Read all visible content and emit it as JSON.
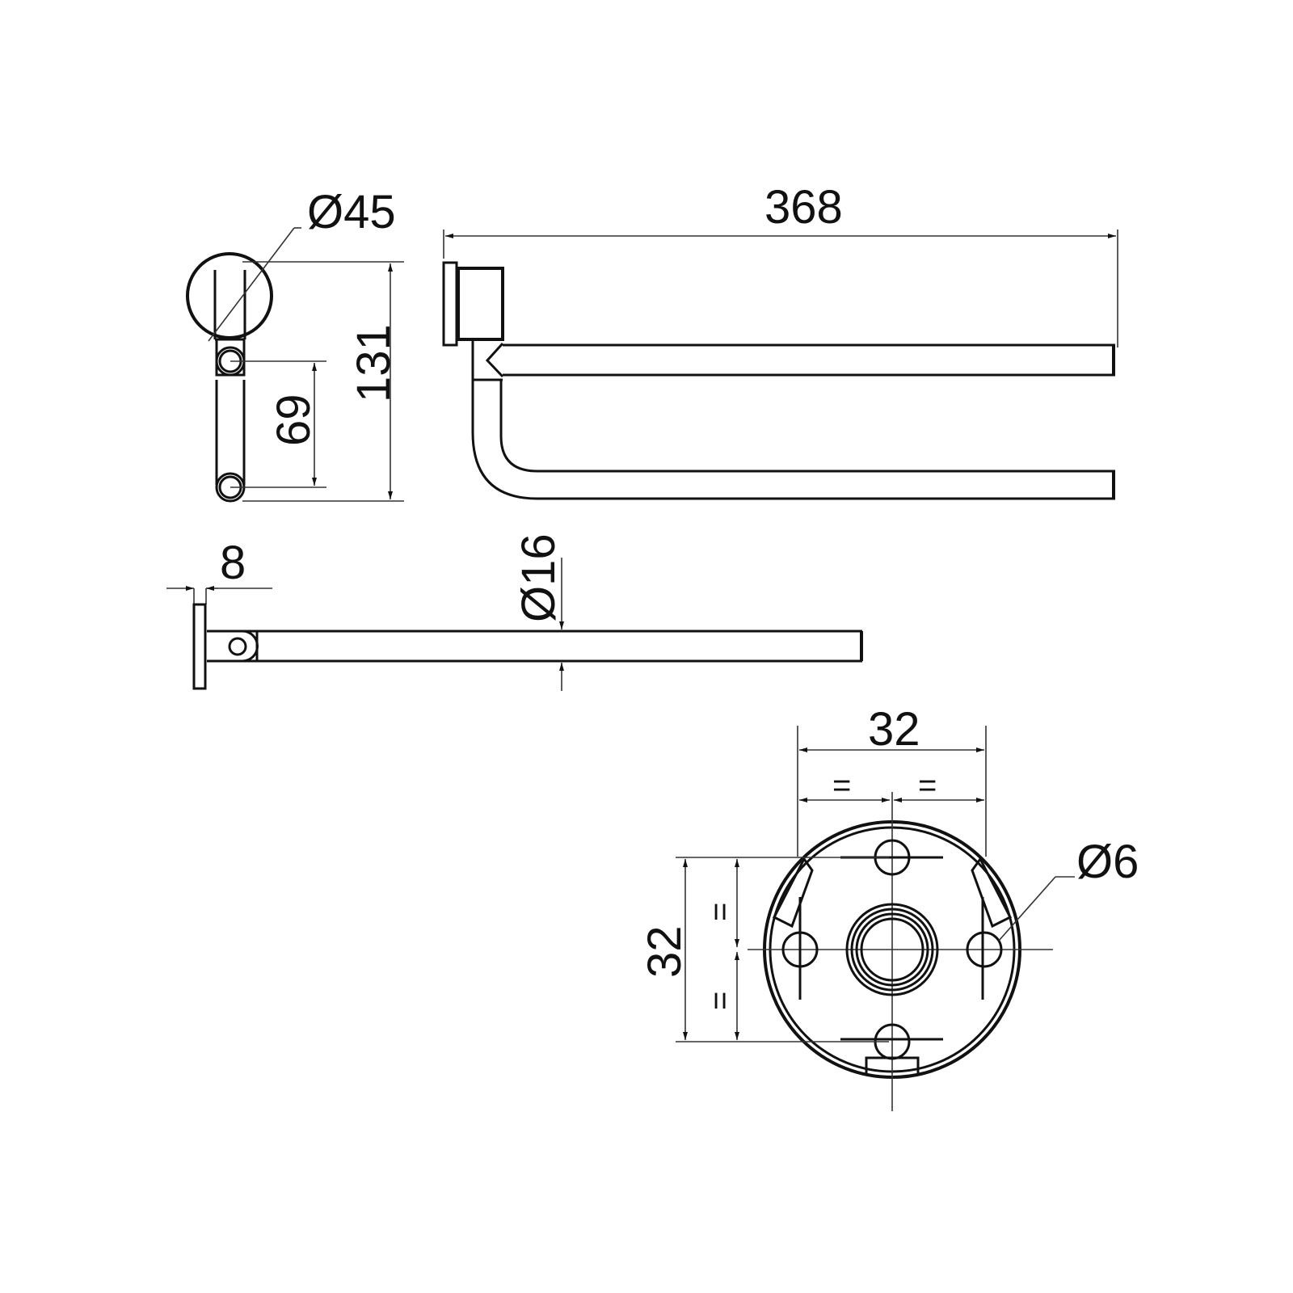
{
  "drawing": {
    "title": "Double swivel towel rail – dimensional drawing",
    "line_color": "#111111",
    "background": "#ffffff"
  },
  "dimensions": {
    "overall_length": "368",
    "flange_diameter": "Ø45",
    "overall_height": "131",
    "bar_spacing": "69",
    "flange_thickness": "8",
    "bar_diameter": "Ø16",
    "hole_spacing_horizontal": "32",
    "hole_spacing_vertical": "32",
    "hole_diameter": "Ø6",
    "equal_mark": "="
  },
  "views": [
    {
      "name": "side-view-end"
    },
    {
      "name": "front-view"
    },
    {
      "name": "top-view"
    },
    {
      "name": "mounting-plate-view"
    }
  ]
}
